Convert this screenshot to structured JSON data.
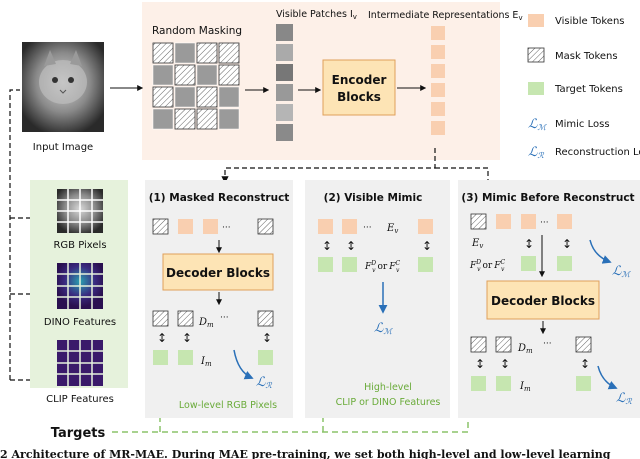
{
  "top": {
    "input_label": "Input Image",
    "random_masking": "Random Masking",
    "visible_patches": "Visible Patches I",
    "visible_patches_sub": "v",
    "intermediate": "Intermediate Representations E",
    "intermediate_sub": "v",
    "encoder_line1": "Encoder",
    "encoder_line2": "Blocks"
  },
  "legend": {
    "visible_tokens": "Visible Tokens",
    "mask_tokens": "Mask Tokens",
    "target_tokens": "Target Tokens",
    "mimic_loss": "Mimic Loss",
    "reconstruction_loss": "Reconstruction Loss",
    "mimic_symbol": "ℒ",
    "mimic_sub": "ℳ",
    "recon_symbol": "ℒ",
    "recon_sub": "ℛ"
  },
  "targets_panel": {
    "rgb": "RGB Pixels",
    "dino": "DINO Features",
    "clip": "CLIP Features",
    "targets_label": "Targets"
  },
  "panel1": {
    "title": "(1) Masked Reconstruct",
    "decoder": "Decoder Blocks",
    "dm": "D",
    "dm_sub": "m",
    "im": "I",
    "im_sub": "m",
    "caption": "Low-level RGB Pixels",
    "dots": "···"
  },
  "panel2": {
    "title": "(2) Visible Mimic",
    "ev": "E",
    "ev_sub": "v",
    "f_expr": "F",
    "or": "or",
    "caption1": "High-level",
    "caption2": "CLIP or DINO Features",
    "dots": "···"
  },
  "panel3": {
    "title": "(3) Mimic Before Reconstruct",
    "decoder": "Decoder Blocks",
    "ev": "E",
    "ev_sub": "v",
    "dm": "D",
    "dm_sub": "m",
    "im": "I",
    "im_sub": "m",
    "or": "or",
    "dots": "···"
  },
  "caption_bottom": "2  Architecture  of  MR-MAE.  During  MAE  pre-training,  we  set  both  high-level  and  low-level  learning",
  "colors": {
    "visible": "#f9cfb0",
    "target": "#c6e6b0",
    "decoder": "#fde4b5",
    "panel_bg": "#f0f0f0",
    "top_bg": "#fdf0e8",
    "targets_bg": "#e6f2dc",
    "blue": "#2a70b8",
    "green_dash": "#8bc46a"
  }
}
